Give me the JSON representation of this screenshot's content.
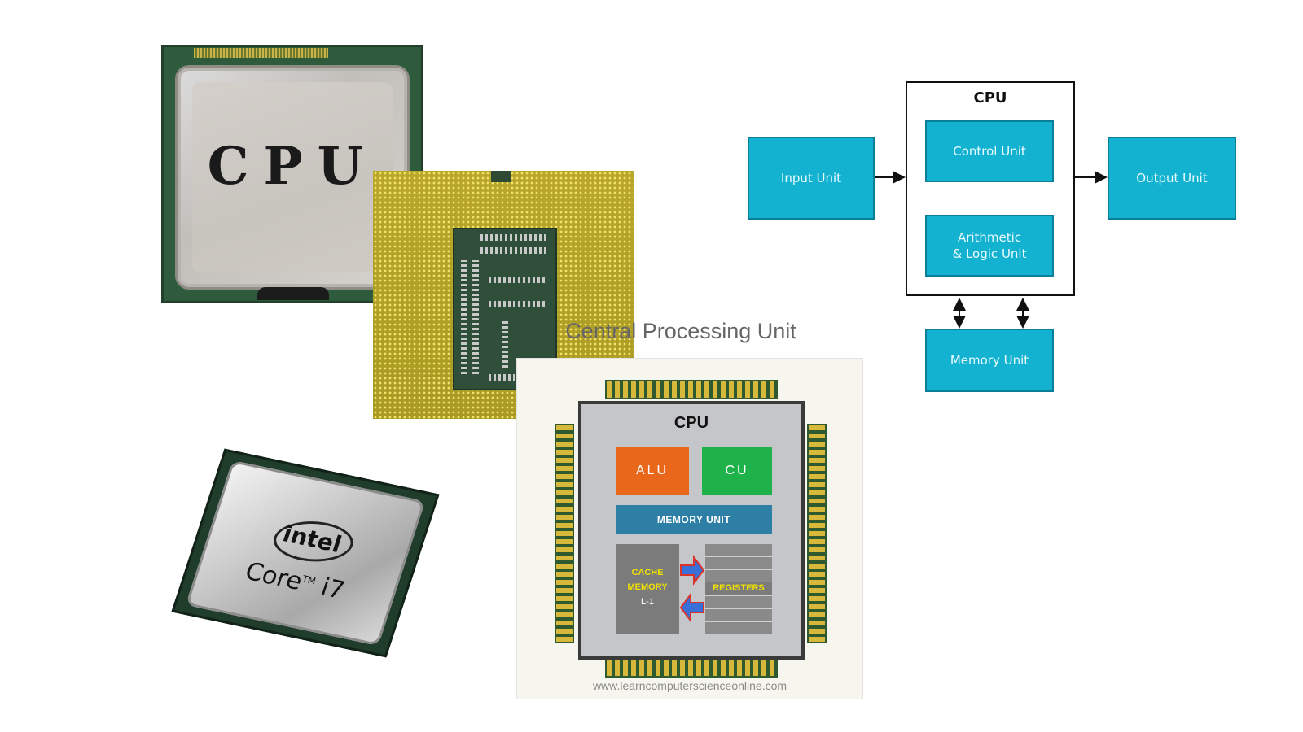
{
  "chip_photos": {
    "chip1_label": "CPU",
    "chip3_brand": "intel",
    "chip3_model_prefix": "Core",
    "chip3_tm": "TM",
    "chip3_model_suffix": "i7"
  },
  "cpu_illustration": {
    "title": "Central Processing Unit",
    "package_label": "CPU",
    "alu_label": "ALU",
    "cu_label": "CU",
    "memory_unit_label": "MEMORY UNIT",
    "cache_line1": "CACHE",
    "cache_line2": "MEMORY",
    "cache_level": "L-1",
    "registers_label": "REGISTERS",
    "watermark": "www.learncomputerscienceonline.com"
  },
  "block_diagram": {
    "cpu_label": "CPU",
    "input_unit": "Input Unit",
    "control_unit": "Control Unit",
    "alu_line1": "Arithmetic",
    "alu_line2": "& Logic Unit",
    "output_unit": "Output Unit",
    "memory_unit": "Memory Unit"
  },
  "colors": {
    "block_fill": "#14b2d1",
    "alu_orange": "#e8671b",
    "cu_green": "#20b24a",
    "memory_blue": "#2e7fa6",
    "cache_text_yellow": "#f0e000"
  }
}
